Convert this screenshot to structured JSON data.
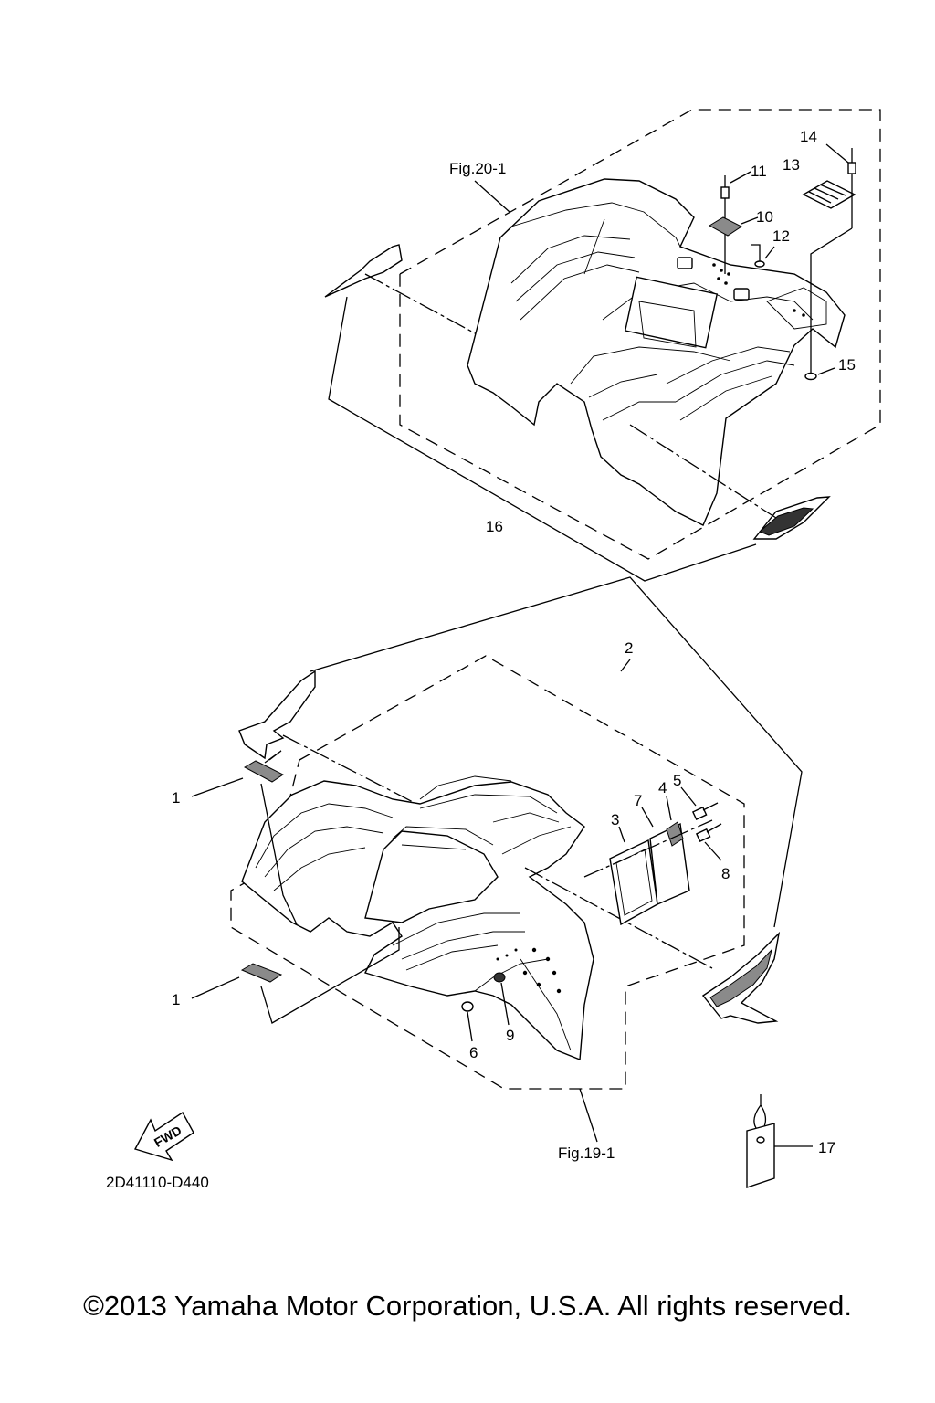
{
  "labels": {
    "fig_top": "Fig.20-1",
    "fig_bottom": "Fig.19-1",
    "p1a": "1",
    "p1b": "1",
    "p2": "2",
    "p3": "3",
    "p4": "4",
    "p5": "5",
    "p6": "6",
    "p7": "7",
    "p8": "8",
    "p9": "9",
    "p10": "10",
    "p11": "11",
    "p12": "12",
    "p13": "13",
    "p14": "14",
    "p15": "15",
    "p16": "16",
    "p17": "17",
    "fwd": "FWD",
    "drawing_code": "2D41110-D440"
  },
  "copyright": "©2013 Yamaha Motor Corporation, U.S.A. All rights reserved."
}
